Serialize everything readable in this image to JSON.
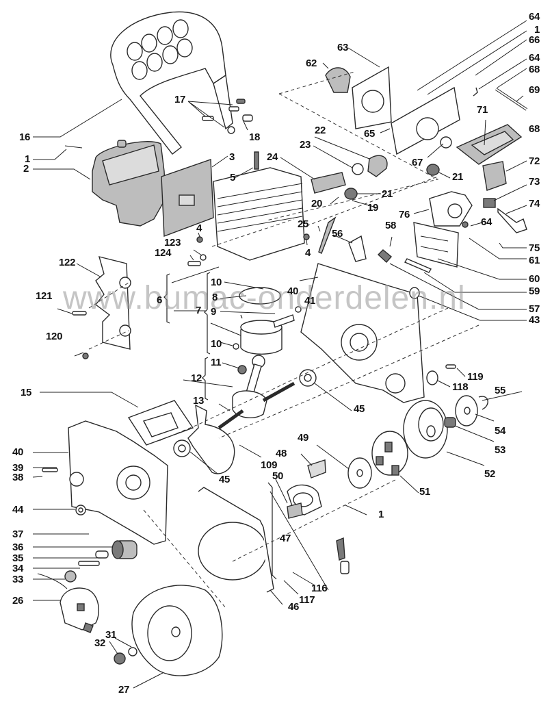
{
  "diagram": {
    "title": "Chainsaw engine exploded parts diagram",
    "watermark": "www.bumac-onderdelen.nl",
    "labels": [
      {
        "id": "l64a",
        "text": "64"
      },
      {
        "id": "l1a",
        "text": "1"
      },
      {
        "id": "l66",
        "text": "66"
      },
      {
        "id": "l64b",
        "text": "64"
      },
      {
        "id": "l68a",
        "text": "68"
      },
      {
        "id": "l69",
        "text": "69"
      },
      {
        "id": "l68b",
        "text": "68"
      },
      {
        "id": "l63",
        "text": "63"
      },
      {
        "id": "l62",
        "text": "62"
      },
      {
        "id": "l17",
        "text": "17"
      },
      {
        "id": "l18",
        "text": "18"
      },
      {
        "id": "l16",
        "text": "16"
      },
      {
        "id": "l1b",
        "text": "1"
      },
      {
        "id": "l2",
        "text": "2"
      },
      {
        "id": "l3",
        "text": "3"
      },
      {
        "id": "l5",
        "text": "5"
      },
      {
        "id": "l22",
        "text": "22"
      },
      {
        "id": "l23",
        "text": "23"
      },
      {
        "id": "l24",
        "text": "24"
      },
      {
        "id": "l65",
        "text": "65"
      },
      {
        "id": "l71",
        "text": "71"
      },
      {
        "id": "l67",
        "text": "67"
      },
      {
        "id": "l21a",
        "text": "21"
      },
      {
        "id": "l72",
        "text": "72"
      },
      {
        "id": "l21b",
        "text": "21"
      },
      {
        "id": "l20",
        "text": "20"
      },
      {
        "id": "l19",
        "text": "19"
      },
      {
        "id": "l73",
        "text": "73"
      },
      {
        "id": "l74",
        "text": "74"
      },
      {
        "id": "l76",
        "text": "76"
      },
      {
        "id": "l25",
        "text": "25"
      },
      {
        "id": "l4a",
        "text": "4"
      },
      {
        "id": "l4b",
        "text": "4"
      },
      {
        "id": "l123",
        "text": "123"
      },
      {
        "id": "l124",
        "text": "124"
      },
      {
        "id": "l58",
        "text": "58"
      },
      {
        "id": "l64c",
        "text": "64"
      },
      {
        "id": "l56",
        "text": "56"
      },
      {
        "id": "l75",
        "text": "75"
      },
      {
        "id": "l61",
        "text": "61"
      },
      {
        "id": "l122",
        "text": "122"
      },
      {
        "id": "l60",
        "text": "60"
      },
      {
        "id": "l59",
        "text": "59"
      },
      {
        "id": "l121",
        "text": "121"
      },
      {
        "id": "l6",
        "text": "6"
      },
      {
        "id": "l10a",
        "text": "10"
      },
      {
        "id": "l8",
        "text": "8"
      },
      {
        "id": "l40a",
        "text": "40"
      },
      {
        "id": "l41",
        "text": "41"
      },
      {
        "id": "l7",
        "text": "7"
      },
      {
        "id": "l9",
        "text": "9"
      },
      {
        "id": "l57",
        "text": "57"
      },
      {
        "id": "l43",
        "text": "43"
      },
      {
        "id": "l10b",
        "text": "10"
      },
      {
        "id": "l120",
        "text": "120"
      },
      {
        "id": "l11",
        "text": "11"
      },
      {
        "id": "l119",
        "text": "119"
      },
      {
        "id": "l12",
        "text": "12"
      },
      {
        "id": "l118",
        "text": "118"
      },
      {
        "id": "l15",
        "text": "15"
      },
      {
        "id": "l55",
        "text": "55"
      },
      {
        "id": "l45a",
        "text": "45"
      },
      {
        "id": "l13",
        "text": "13"
      },
      {
        "id": "l54",
        "text": "54"
      },
      {
        "id": "l49",
        "text": "49"
      },
      {
        "id": "l53",
        "text": "53"
      },
      {
        "id": "l40b",
        "text": "40"
      },
      {
        "id": "l48",
        "text": "48"
      },
      {
        "id": "l109",
        "text": "109"
      },
      {
        "id": "l52",
        "text": "52"
      },
      {
        "id": "l39",
        "text": "39"
      },
      {
        "id": "l38",
        "text": "38"
      },
      {
        "id": "l45b",
        "text": "45"
      },
      {
        "id": "l50",
        "text": "50"
      },
      {
        "id": "l51",
        "text": "51"
      },
      {
        "id": "l44",
        "text": "44"
      },
      {
        "id": "l1c",
        "text": "1"
      },
      {
        "id": "l37",
        "text": "37"
      },
      {
        "id": "l47",
        "text": "47"
      },
      {
        "id": "l36",
        "text": "36"
      },
      {
        "id": "l35",
        "text": "35"
      },
      {
        "id": "l34",
        "text": "34"
      },
      {
        "id": "l33",
        "text": "33"
      },
      {
        "id": "l116",
        "text": "116"
      },
      {
        "id": "l26",
        "text": "26"
      },
      {
        "id": "l117",
        "text": "117"
      },
      {
        "id": "l46",
        "text": "46"
      },
      {
        "id": "l31",
        "text": "31"
      },
      {
        "id": "l32",
        "text": "32"
      },
      {
        "id": "l27",
        "text": "27"
      }
    ]
  }
}
